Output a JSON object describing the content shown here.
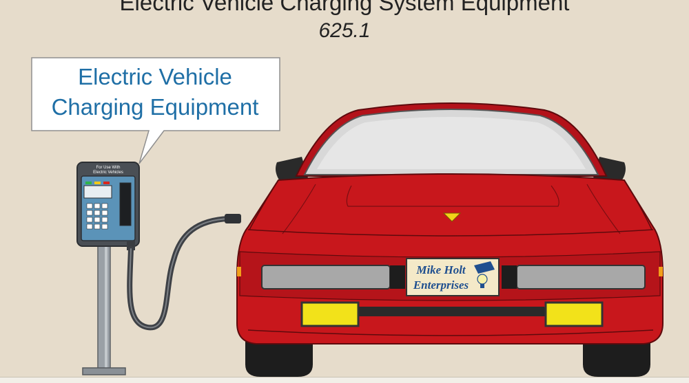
{
  "header": {
    "title": "Electric Vehicle Charging System Equipment",
    "subtitle": "625.1"
  },
  "callout": {
    "line1": "Electric Vehicle",
    "line2": "Charging Equipment"
  },
  "charger": {
    "label_line1": "For Use With",
    "label_line2": "Electric Vehicles"
  },
  "license_plate": {
    "line1": "Mike Holt",
    "line2": "Enterprises"
  },
  "colors": {
    "background": "#e6dccb",
    "car_body": "#c8171c",
    "callout_text": "#1f6fa6",
    "fog_light": "#f2e21a",
    "charger_panel": "#5b93b8"
  }
}
